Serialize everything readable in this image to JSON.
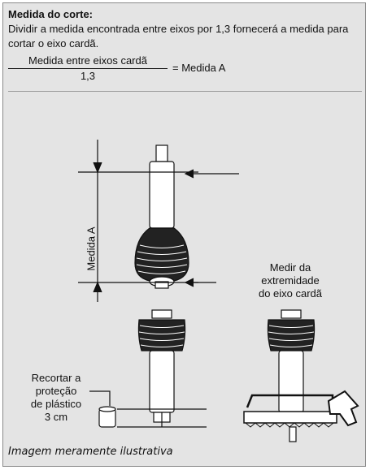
{
  "heading": "Medida do corte:",
  "intro_text": "Dividir a medida encontrada entre eixos por 1,3 fornecerá a medida para cortar o eixo cardã.",
  "formula": {
    "numerator": "Medida entre eixos cardã",
    "denominator": "1,3",
    "result": "= Medida A"
  },
  "labels": {
    "medida_a": "Medida A",
    "medir_line1": "Medir da",
    "medir_line2": "extremidade",
    "medir_line3": "do eixo cardã",
    "recortar_line1": "Recortar a",
    "recortar_line2": "proteção",
    "recortar_line3": "de plástico",
    "recortar_line4": "3 cm"
  },
  "footer_note": "Imagem meramente ilustrativa"
}
